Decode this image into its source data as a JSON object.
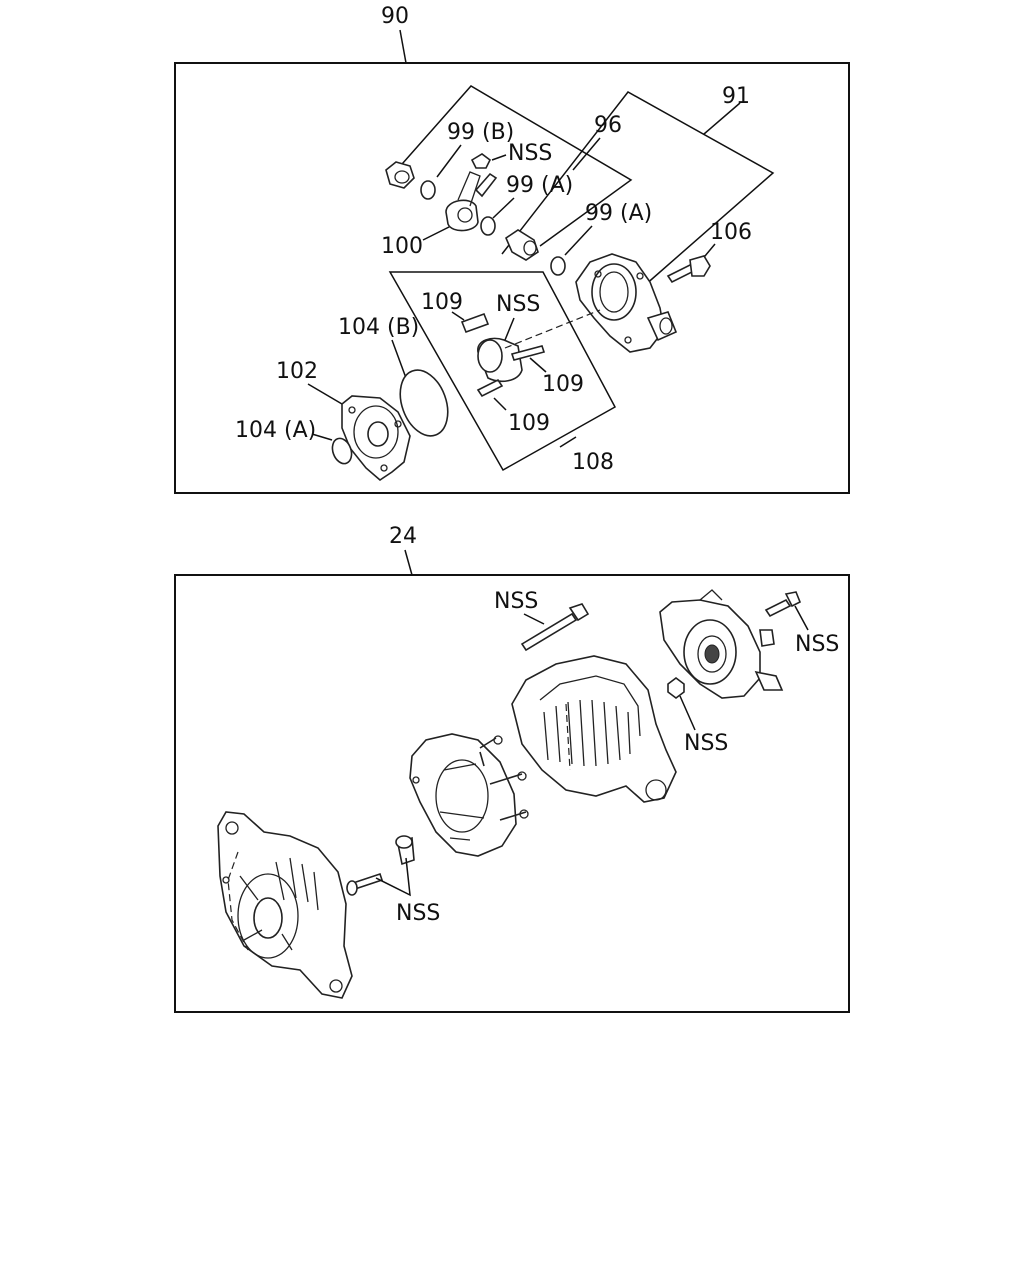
{
  "upper_assembly": {
    "ref": "90",
    "labels": {
      "l91": "91",
      "l96": "96",
      "l99b": "99 (B)",
      "nss_top": "NSS",
      "l99a_1": "99 (A)",
      "l99a_2": "99 (A)",
      "l100": "100",
      "l106": "106",
      "l109_1": "109",
      "nss_mid": "NSS",
      "l104b": "104 (B)",
      "l102": "102",
      "l109_2": "109",
      "l104a": "104 (A)",
      "l109_3": "109",
      "l108": "108"
    }
  },
  "lower_assembly": {
    "ref": "24",
    "labels": {
      "nss_bolt": "NSS",
      "nss_right": "NSS",
      "nss_nut": "NSS",
      "nss_left": "NSS"
    }
  }
}
